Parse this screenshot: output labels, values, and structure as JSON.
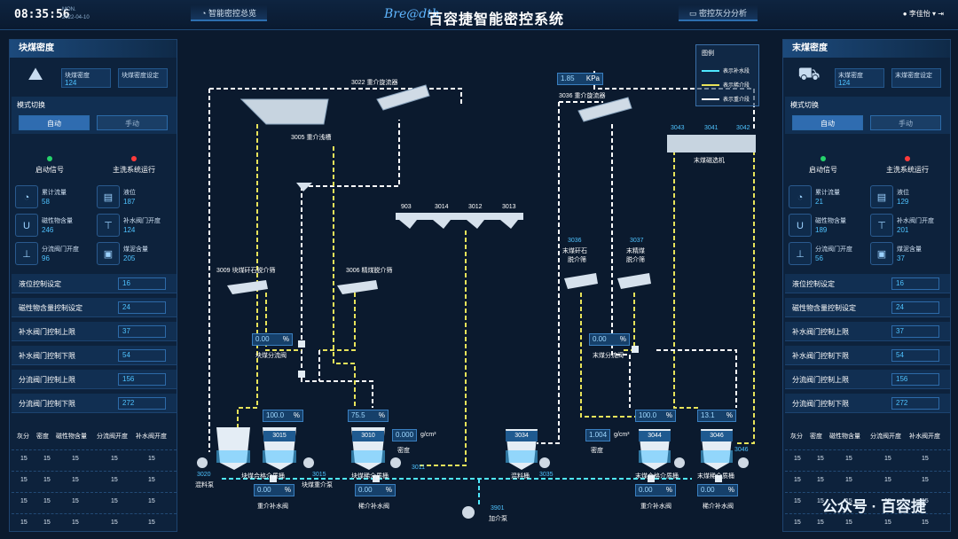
{
  "header": {
    "time": "08:35:56",
    "weekday": "MON.",
    "date": "2022-04-10",
    "nav_left": "智能密控总览",
    "brand_logo": "Bre@dth",
    "title": "百容捷智能密控系统",
    "nav_right": "密控灰分分析",
    "user": "李佳怡"
  },
  "left": {
    "title": "块煤密度",
    "density_label": "块煤密度",
    "density_value": "124",
    "density_set_label": "块煤密度设定",
    "density_set_value": "",
    "mode_label": "模式切换",
    "auto": "自动",
    "manual": "手动",
    "start_signal": "启动信号",
    "main_wash": "主洗系统运行",
    "metrics": [
      {
        "k": "累计流量",
        "v": "58",
        "icon": "gauge-icon"
      },
      {
        "k": "液位",
        "v": "187",
        "icon": "tank-icon"
      },
      {
        "k": "磁性物含量",
        "v": "246",
        "icon": "magnet-icon"
      },
      {
        "k": "补水阀门开度",
        "v": "124",
        "icon": "valve-icon"
      },
      {
        "k": "分流阀门开度",
        "v": "96",
        "icon": "valve-icon"
      },
      {
        "k": "煤泥含量",
        "v": "205",
        "icon": "chip-icon"
      }
    ],
    "settings": [
      {
        "k": "液位控制设定",
        "v": "16"
      },
      {
        "k": "磁性物含量控制设定",
        "v": "24"
      },
      {
        "k": "补水阀门控制上限",
        "v": "37"
      },
      {
        "k": "补水阀门控制下限",
        "v": "54"
      },
      {
        "k": "分流阀门控制上限",
        "v": "156"
      },
      {
        "k": "分流阀门控制下限",
        "v": "272"
      }
    ],
    "grid_headers": [
      "灰分",
      "密度",
      "磁性物含量",
      "分流阀开度",
      "补水阀开度"
    ],
    "grid_rows": [
      [
        "15",
        "15",
        "15",
        "15",
        "15"
      ],
      [
        "15",
        "15",
        "15",
        "15",
        "15"
      ],
      [
        "15",
        "15",
        "15",
        "15",
        "15"
      ],
      [
        "15",
        "15",
        "15",
        "15",
        "15"
      ]
    ]
  },
  "right": {
    "title": "末煤密度",
    "density_label": "末煤密度",
    "density_value": "124",
    "density_set_label": "末煤密度设定",
    "density_set_value": "",
    "mode_label": "模式切换",
    "auto": "自动",
    "manual": "手动",
    "start_signal": "启动信号",
    "main_wash": "主洗系统运行",
    "metrics": [
      {
        "k": "累计流量",
        "v": "21",
        "icon": "gauge-icon"
      },
      {
        "k": "液位",
        "v": "129",
        "icon": "tank-icon"
      },
      {
        "k": "磁性物含量",
        "v": "189",
        "icon": "magnet-icon"
      },
      {
        "k": "补水阀门开度",
        "v": "201",
        "icon": "valve-icon"
      },
      {
        "k": "分流阀门开度",
        "v": "56",
        "icon": "valve-icon"
      },
      {
        "k": "煤泥含量",
        "v": "37",
        "icon": "chip-icon"
      }
    ],
    "settings": [
      {
        "k": "液位控制设定",
        "v": "16"
      },
      {
        "k": "磁性物含量控制设定",
        "v": "24"
      },
      {
        "k": "补水阀门控制上限",
        "v": "37"
      },
      {
        "k": "补水阀门控制下限",
        "v": "54"
      },
      {
        "k": "分流阀门控制上限",
        "v": "156"
      },
      {
        "k": "分流阀门控制下限",
        "v": "272"
      }
    ],
    "grid_headers": [
      "灰分",
      "密度",
      "磁性物含量",
      "分流阀开度",
      "补水阀开度"
    ],
    "grid_rows": [
      [
        "15",
        "15",
        "15",
        "15",
        "15"
      ],
      [
        "15",
        "15",
        "15",
        "15",
        "15"
      ],
      [
        "15",
        "15",
        "15",
        "15",
        "15"
      ],
      [
        "15",
        "15",
        "15",
        "15",
        "15"
      ]
    ]
  },
  "legend": {
    "title": "图例",
    "items": [
      "表示补水段",
      "表示稀介段",
      "表示重介段"
    ],
    "colors": [
      "#ffffff",
      "#e8e35a",
      "#ffffff"
    ]
  },
  "process": {
    "l3022": "3022 重介旋流器",
    "l3005": "3005 重介浅槽",
    "l903": "903",
    "l3014": "3014",
    "l3012": "3012",
    "l3013": "3013",
    "l3009": "3009 块煤矸石脱介筛",
    "l3006": "3006 精煤脱介筛",
    "split_block": "块煤分流阀",
    "split_block_v": "0.00",
    "pct": "%",
    "t3015": "3015",
    "t3010": "3010",
    "v3015": "100.0",
    "v3010": "75.5",
    "den3010": "0.000",
    "gcm": "g/cm³",
    "den_lbl": "密度",
    "l3020": "3020",
    "mix_pump": "混料泵",
    "qual_bucket": "块煤合格介质桶",
    "l3015b": "3015",
    "block_pump": "块煤重介泵",
    "dilute_bucket": "块煤稀介质桶",
    "l3011": "3011",
    "heavy_water": "重介补水阀",
    "heavy_water_v": "0.00",
    "dilute_water": "稀介补水阀",
    "dilute_water_v": "0.00",
    "l3901": "3901",
    "add_pump": "加介泵",
    "kpa_v": "1.85",
    "kpa": "KPa",
    "l3036top": "3036 重介旋流器",
    "l3043": "3043",
    "l3041": "3041",
    "l3042": "3042",
    "mag_sep": "末煤磁选机",
    "l3036": "3036",
    "fine_gangue": "末煤矸石",
    "fine_gangue2": "脱介筛",
    "l3037": "3037",
    "fine_clean": "末精煤",
    "fine_clean2": "脱介筛",
    "split_fine": "末煤分流阀",
    "split_fine_v": "0.00",
    "t3034": "3034",
    "t3044": "3044",
    "t3046": "3046",
    "v3044": "100.0",
    "v3046": "13.1",
    "den3044": "1.004",
    "mix_bucket": "混料桶",
    "l3035": "3035",
    "fine_qual": "末煤合格介质桶",
    "fine_dilute": "末煤稀介质桶",
    "l3046b": "3046",
    "fine_heavy_water": "重介补水阀",
    "fine_heavy_water_v": "0.00",
    "fine_dilute_water": "稀介补水阀",
    "fine_dilute_water_v": "0.00"
  },
  "watermark": "公众号 · 百容捷"
}
